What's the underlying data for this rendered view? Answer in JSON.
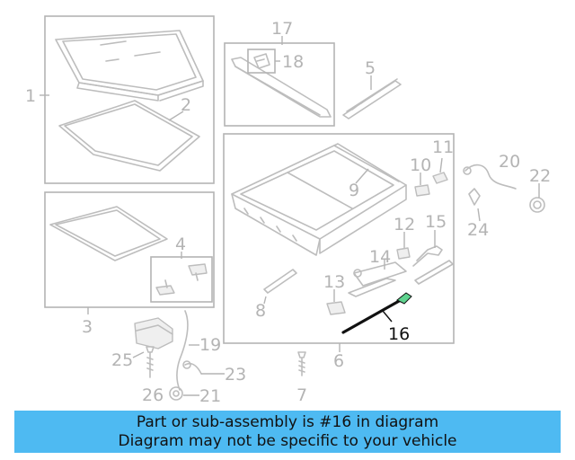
{
  "callouts": {
    "c1": "1",
    "c2": "2",
    "c3": "3",
    "c4": "4",
    "c5": "5",
    "c6": "6",
    "c7": "7",
    "c8": "8",
    "c9": "9",
    "c10": "10",
    "c11": "11",
    "c12": "12",
    "c13": "13",
    "c14": "14",
    "c15": "15",
    "c16": "16",
    "c17": "17",
    "c18": "18",
    "c19": "19",
    "c20": "20",
    "c21": "21",
    "c22": "22",
    "c23": "23",
    "c24": "24",
    "c25": "25",
    "c26": "26"
  },
  "highlight": {
    "part": "16",
    "color": "#111111",
    "accent": "#5fd38f"
  },
  "banner": {
    "line1": "Part or sub-assembly is #16 in diagram",
    "line2": "Diagram may not be specific to your vehicle",
    "color": "#4ebaf2"
  }
}
